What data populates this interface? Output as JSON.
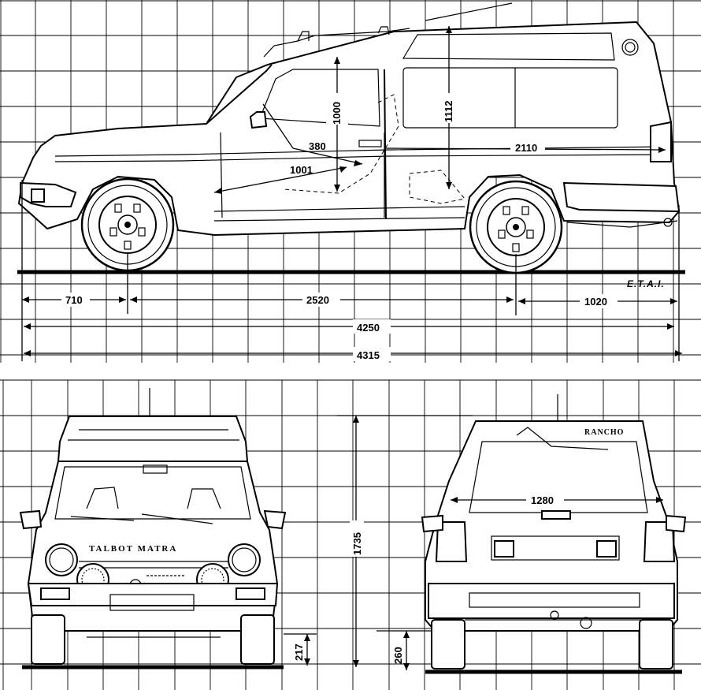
{
  "credit": "E.T.A.I.",
  "badges": {
    "front_grille": "TALBOT MATRA",
    "rear_nameplate": "RANCHO"
  },
  "side_view": {
    "dimensions": {
      "headroom_front": "1000",
      "interior_height_rear": "1112",
      "cargo_length": "2110",
      "seat_offset": "380",
      "front_seat_to_pedal": "1001",
      "front_overhang": "710",
      "wheelbase": "2520",
      "rear_overhang": "1020",
      "length_body": "4250",
      "length_overall": "4315"
    }
  },
  "front_view": {
    "dimensions": {
      "ground_clearance_front": "217",
      "overall_height": "1735"
    }
  },
  "rear_view": {
    "dimensions": {
      "rear_window_width": "1280",
      "ground_clearance_rear": "260"
    }
  }
}
